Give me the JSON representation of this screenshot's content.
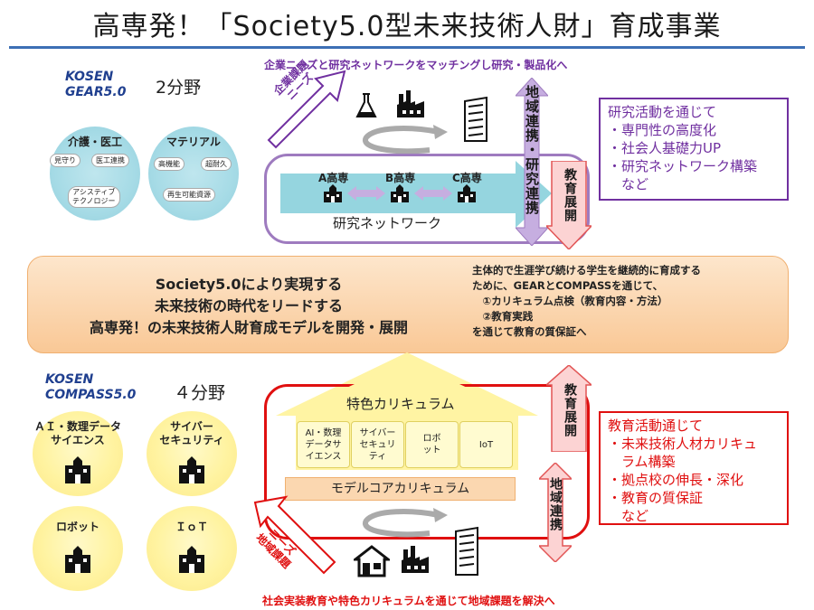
{
  "title": "高専発！「Society5.0型未来技術人財」育成事業",
  "gear": {
    "kosen": "KOSEN",
    "name": "GEAR5.0",
    "fields": "2分野",
    "cluster1": {
      "title": "介護・医工",
      "tags": [
        "見守り",
        "医工連携",
        "アシスティブ",
        "テクノロジー"
      ]
    },
    "cluster2": {
      "title": "マテリアル",
      "tags": [
        "高機能",
        "超耐久",
        "再生可能資源"
      ]
    }
  },
  "top": {
    "banner": "企業ニーズと研究ネットワークをマッチングし研究・製品化へ",
    "needs_arrow": [
      "企業課題",
      "ニーズ"
    ],
    "schools": [
      "A高専",
      "B高専",
      "C高専"
    ],
    "network_label": "研究ネットワーク",
    "regional_research": "地域連携・研究連携",
    "edu_expand": "教育展開"
  },
  "right_box_top": {
    "lines": [
      "研究活動を通じて",
      "・専門性の高度化",
      "・社会人基礎力UP",
      "・研究ネットワーク構築",
      "　など"
    ]
  },
  "center": {
    "left_lines": [
      "Society5.0により実現する",
      "未来技術の時代をリードする",
      "高専発！の未来技術人財育成モデルを開発・展開"
    ],
    "right_lines": [
      "主体的で生涯学び続ける学生を継続的に育成する",
      "ために、GEARとCOMPASSを通じて、",
      "　①カリキュラム点検（教育内容・方法）",
      "　②教育実践",
      "を通じて教育の質保証へ"
    ]
  },
  "compass": {
    "kosen": "KOSEN",
    "name": "COMPASS5.0",
    "fields": "４分野",
    "circles": [
      {
        "label_lines": [
          "ＡＩ・数理データ",
          "サイエンス"
        ]
      },
      {
        "label_lines": [
          "サイバー",
          "セキュリティ"
        ]
      },
      {
        "label_lines": [
          "ロボット"
        ]
      },
      {
        "label_lines": [
          "ＩｏＴ"
        ]
      }
    ]
  },
  "bottom": {
    "curriculum_title": "特色カリキュラム",
    "cells": [
      {
        "lines": [
          "AI・数理",
          "データサ",
          "イエンス"
        ]
      },
      {
        "lines": [
          "サイバー",
          "セキュリ",
          "ティ"
        ]
      },
      {
        "lines": [
          "ロボ",
          "ット"
        ]
      },
      {
        "lines": [
          "IoT"
        ]
      }
    ],
    "model_core": "モデルコアカリキュラム",
    "edu_expand": "教育展開",
    "regional": "地域連携",
    "needs_arrow": [
      "ニーズ",
      "地域課題"
    ],
    "banner": "社会実装教育や特色カリキュラムを通じて地域課題を解決へ"
  },
  "right_box_bottom": {
    "lines": [
      "教育活動通じて",
      "・未来技術人材カリキュ",
      "　ラム構築",
      "・拠点校の伸長・深化",
      "・教育の質保証",
      "　など"
    ]
  },
  "colors": {
    "purple": "#7030a0",
    "red": "#e01010",
    "teal": "#8fd3dd",
    "orange": "#fbd7b0",
    "yellow": "#fff3a0"
  }
}
